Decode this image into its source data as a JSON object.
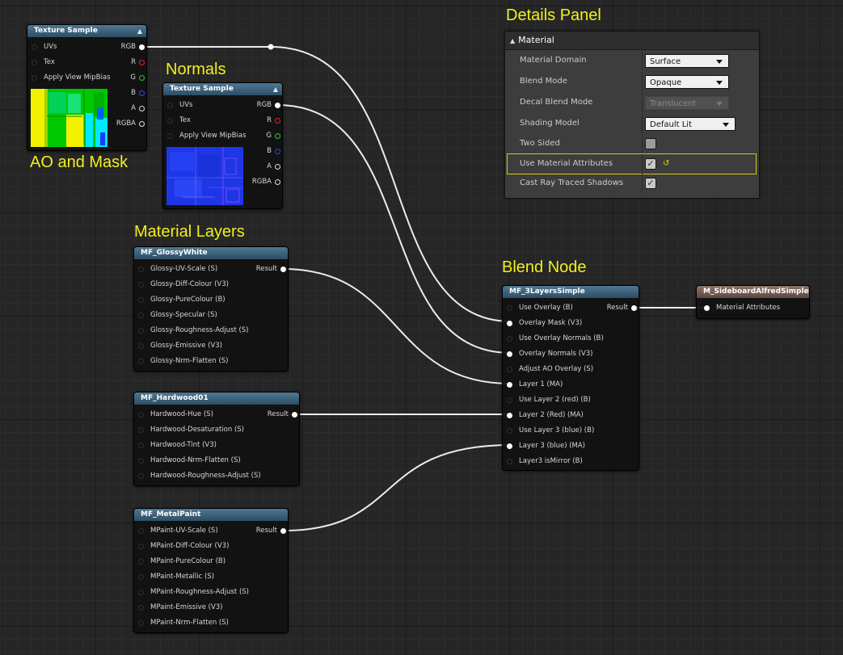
{
  "labels": {
    "details_panel": "Details Panel",
    "normals": "Normals",
    "ao_mask": "AO and Mask",
    "material_layers": "Material Layers",
    "blend_node": "Blend Node"
  },
  "texture_sample_1": {
    "title": "Texture Sample",
    "inputs": [
      "UVs",
      "Tex",
      "Apply View MipBias"
    ],
    "outputs": [
      "RGB",
      "R",
      "G",
      "B",
      "A",
      "RGBA"
    ]
  },
  "texture_sample_2": {
    "title": "Texture Sample",
    "inputs": [
      "UVs",
      "Tex",
      "Apply View MipBias"
    ],
    "outputs": [
      "RGB",
      "R",
      "G",
      "B",
      "A",
      "RGBA"
    ]
  },
  "mf_glossy": {
    "title": "MF_GlossyWhite",
    "inputs": [
      "Glossy-UV-Scale (S)",
      "Glossy-Diff-Colour (V3)",
      "Glossy-PureColour (B)",
      "Glossy-Specular (S)",
      "Glossy-Roughness-Adjust (S)",
      "Glossy-Emissive (V3)",
      "Glossy-Nrm-Flatten (S)"
    ],
    "output": "Result"
  },
  "mf_hardwood": {
    "title": "MF_Hardwood01",
    "inputs": [
      "Hardwood-Hue (S)",
      "Hardwood-Desaturation (S)",
      "Hardwood-Tint (V3)",
      "Hardwood-Nrm-Flatten (S)",
      "Hardwood-Roughness-Adjust (S)"
    ],
    "output": "Result"
  },
  "mf_metal": {
    "title": "MF_MetalPaint",
    "inputs": [
      "MPaint-UV-Scale (S)",
      "MPaint-Diff-Colour (V3)",
      "MPaint-PureColour (B)",
      "MPaint-Metallic (S)",
      "MPaint-Roughness-Adjust (S)",
      "MPaint-Emissive (V3)",
      "MPaint-Nrm-Flatten (S)"
    ],
    "output": "Result"
  },
  "blend_node": {
    "title": "MF_3LayersSimple",
    "inputs": [
      "Use Overlay (B)",
      "Overlay Mask (V3)",
      "Use Overlay Normals (B)",
      "Overlay Normals (V3)",
      "Adjust AO Overlay (S)",
      "Layer 1 (MA)",
      "Use Layer 2 (red) (B)",
      "Layer 2 (Red) (MA)",
      "Use Layer 3 (blue) (B)",
      "Layer 3 (blue) (MA)",
      "Layer3 isMirror (B)"
    ],
    "output": "Result"
  },
  "result_node": {
    "title": "M_SideboardAlfredSimple",
    "input": "Material Attributes"
  },
  "details": {
    "section": "Material",
    "material_domain": {
      "label": "Material Domain",
      "value": "Surface"
    },
    "blend_mode": {
      "label": "Blend Mode",
      "value": "Opaque"
    },
    "decal_blend_mode": {
      "label": "Decal Blend Mode",
      "value": "Translucent"
    },
    "shading_model": {
      "label": "Shading Model",
      "value": "Default Lit"
    },
    "two_sided": {
      "label": "Two Sided",
      "checked": false
    },
    "use_material_attributes": {
      "label": "Use Material Attributes",
      "checked": true
    },
    "cast_ray_traced_shadows": {
      "label": "Cast Ray Traced Shadows",
      "checked": true
    }
  },
  "icons": {
    "collapse": "collapse-arrow-icon",
    "dropdown": "chevron-down-icon",
    "reset": "reset-to-default-icon",
    "check": "checkmark-icon"
  },
  "colors": {
    "label_yellow": "#f2ef1f",
    "node_header_blue": "#3d6580",
    "node_header_brown": "#7a6358",
    "pin_red": "#e32424",
    "pin_green": "#25d025",
    "pin_blue": "#2b47e8"
  }
}
